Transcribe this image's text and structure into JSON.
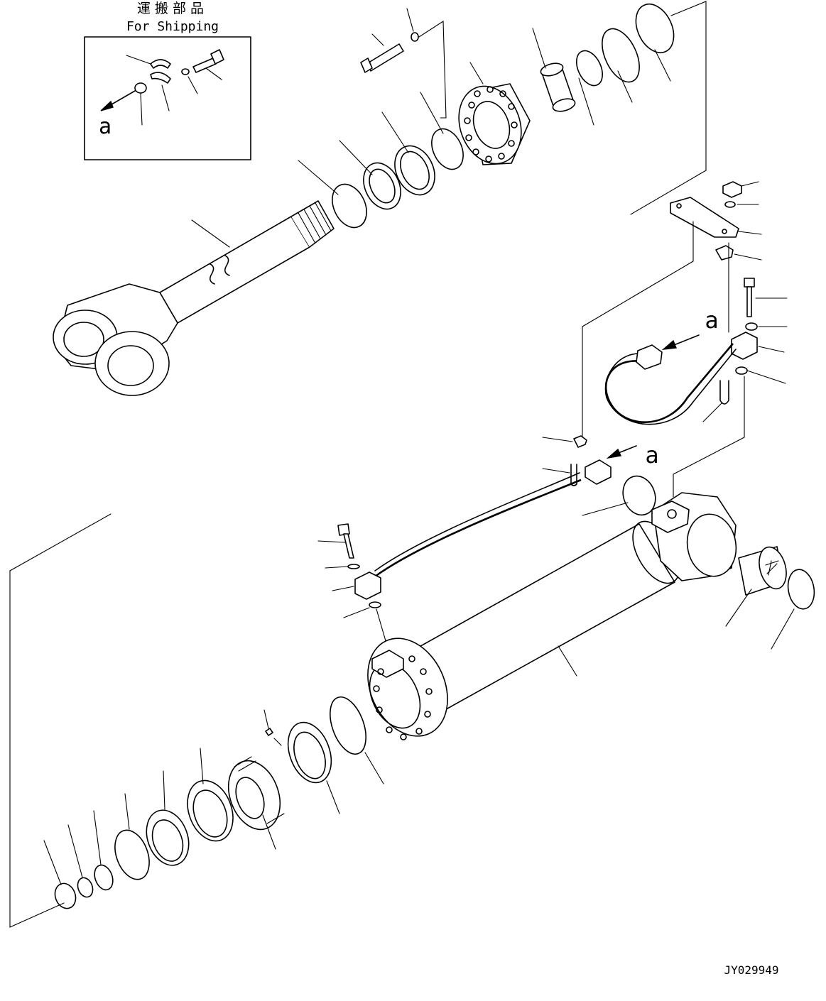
{
  "shipping_box": {
    "title_jp": "運搬部品",
    "title_en": "For Shipping",
    "ref_letter": "a"
  },
  "callouts": {
    "ref_a": "a"
  },
  "drawing_code": "JY029949"
}
